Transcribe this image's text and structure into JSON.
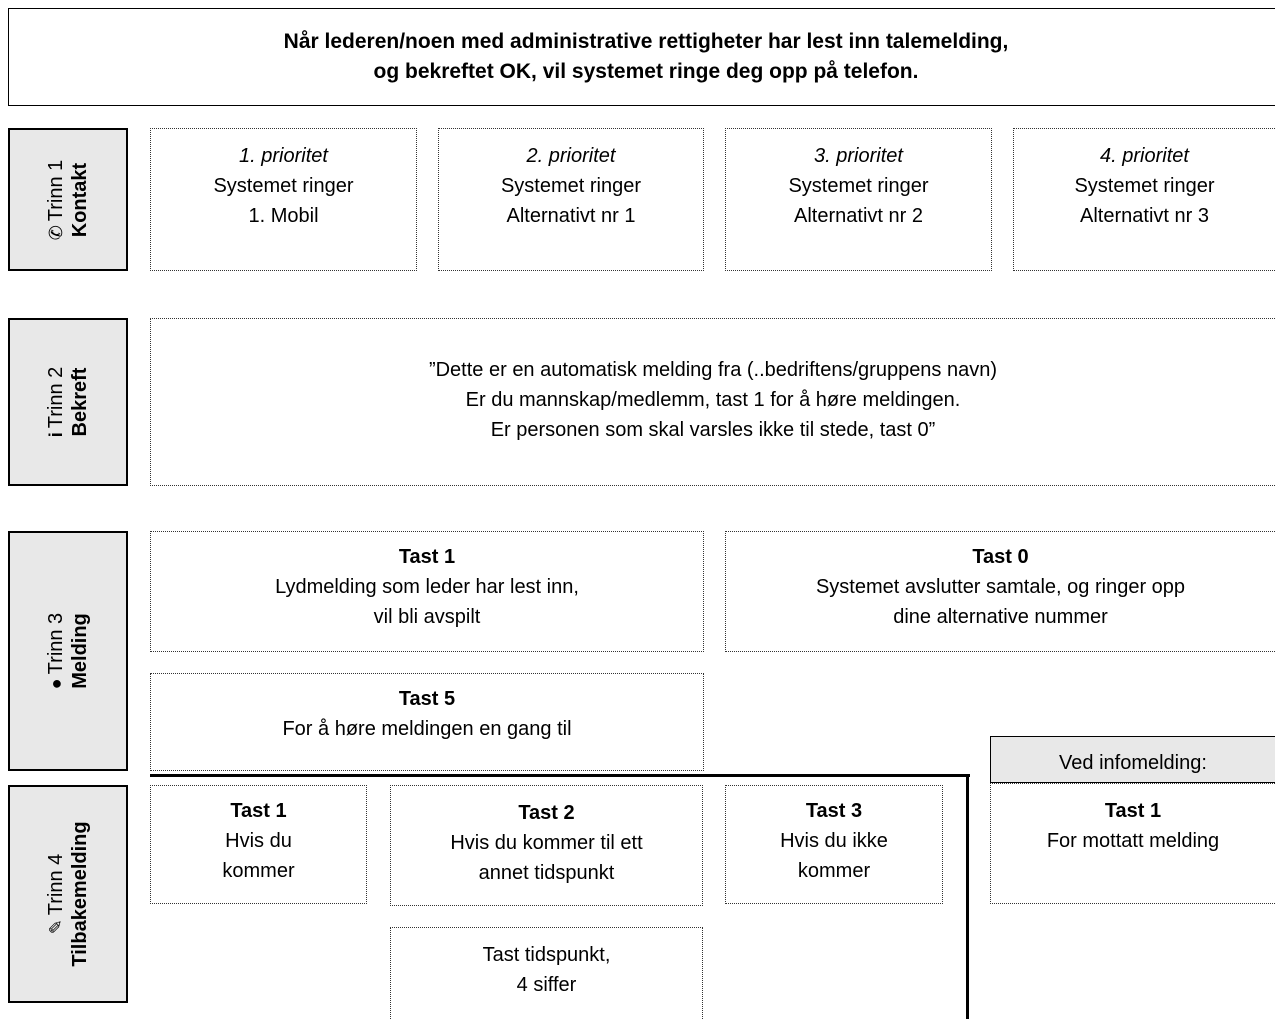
{
  "header": {
    "line1": "Når lederen/noen med administrative rettigheter har lest inn talemelding,",
    "line2": "og bekreftet OK, vil systemet ringe deg opp på telefon."
  },
  "steps": [
    {
      "icon": "phone-icon",
      "glyph": "✆",
      "label": "Trinn 1",
      "name": "Kontakt"
    },
    {
      "icon": "info-icon",
      "glyph": "i",
      "label": "Trinn 2",
      "name": "Bekreft"
    },
    {
      "icon": "bomb-icon",
      "glyph": "●",
      "label": "Trinn 3",
      "name": "Melding"
    },
    {
      "icon": "pencil-icon",
      "glyph": "✎",
      "label": "Trinn 4",
      "name": "Tilbakemelding"
    }
  ],
  "priorities": [
    {
      "title": "1. prioritet",
      "line1": "Systemet ringer",
      "line2": "1. Mobil"
    },
    {
      "title": "2. prioritet",
      "line1": "Systemet ringer",
      "line2": "Alternativt nr 1"
    },
    {
      "title": "3. prioritet",
      "line1": "Systemet ringer",
      "line2": "Alternativt nr 2"
    },
    {
      "title": "4. prioritet",
      "line1": "Systemet ringer",
      "line2": "Alternativt nr 3"
    }
  ],
  "confirm": {
    "line1": "”Dette er en automatisk melding fra (..bedriftens/gruppens navn)",
    "line2": "Er du mannskap/medlemm, tast 1 for å høre meldingen.",
    "line3": "Er personen som skal varsles ikke til stede, tast 0”"
  },
  "message": {
    "tast1": {
      "title": "Tast 1",
      "line1": "Lydmelding som leder har lest inn,",
      "line2": "vil bli avspilt"
    },
    "tast0": {
      "title": "Tast 0",
      "line1": "Systemet avslutter samtale, og ringer opp",
      "line2": "dine alternative nummer"
    },
    "tast5": {
      "title": "Tast 5",
      "line1": "For å høre meldingen en gang til"
    }
  },
  "feedback": {
    "tast1": {
      "title": "Tast 1",
      "line1": "Hvis du",
      "line2": "kommer"
    },
    "tast2": {
      "title": "Tast 2",
      "line1": "Hvis du kommer til ett",
      "line2": "annet tidspunkt"
    },
    "tast3": {
      "title": "Tast 3",
      "line1": "Hvis du ikke",
      "line2": "kommer"
    },
    "time": {
      "line1": "Tast tidspunkt,",
      "line2": "4 siffer"
    }
  },
  "info": {
    "label": "Ved infomelding:",
    "title": "Tast 1",
    "line1": "For mottatt melding"
  }
}
